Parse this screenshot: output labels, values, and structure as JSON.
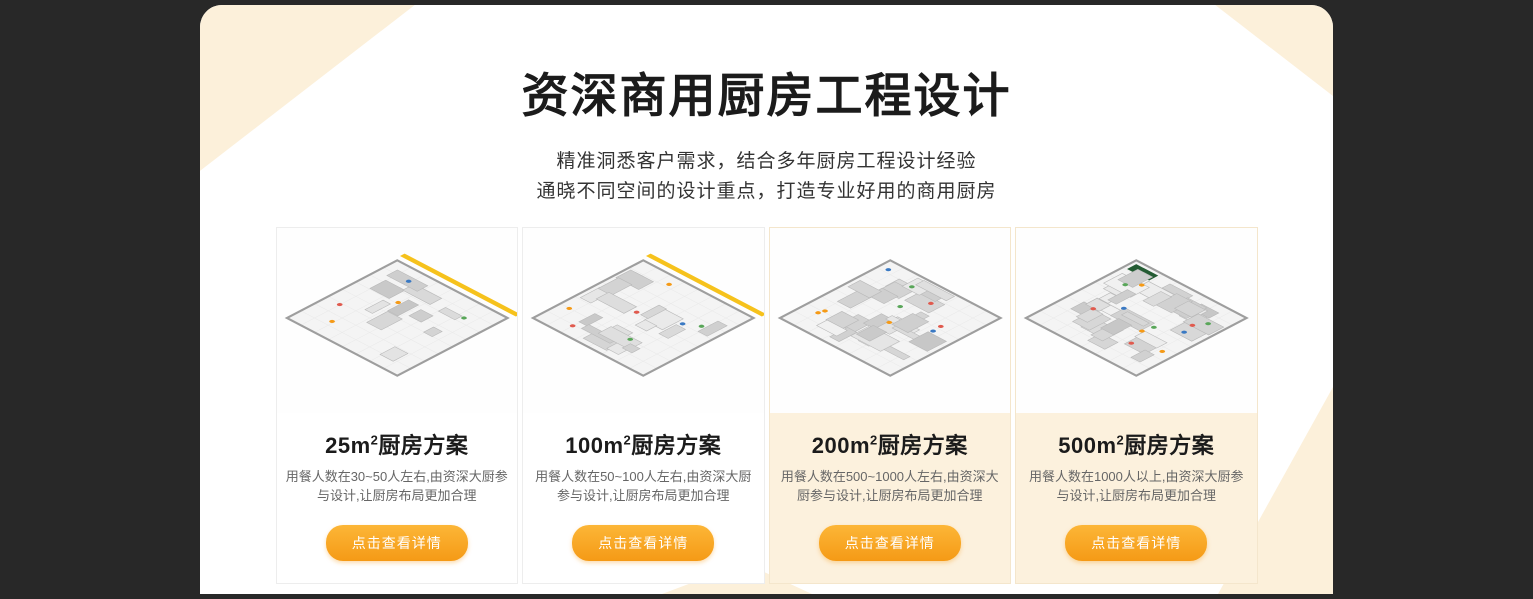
{
  "header": {
    "title": "资深商用厨房工程设计",
    "subtitle_line1": "精准洞悉客户需求，结合多年厨房工程设计经验",
    "subtitle_line2": "通晓不同空间的设计重点，打造专业好用的商用厨房"
  },
  "cards": [
    {
      "title_prefix": "25m",
      "title_sup": "2",
      "title_suffix": "厨房方案",
      "description": "用餐人数在30~50人左右,由资深大厨参与设计,让厨房布局更加合理",
      "button_label": "点击查看详情"
    },
    {
      "title_prefix": "100m",
      "title_sup": "2",
      "title_suffix": "厨房方案",
      "description": "用餐人数在50~100人左右,由资深大厨参与设计,让厨房布局更加合理",
      "button_label": "点击查看详情"
    },
    {
      "title_prefix": "200m",
      "title_sup": "2",
      "title_suffix": "厨房方案",
      "description": "用餐人数在500~1000人左右,由资深大厨参与设计,让厨房布局更加合理",
      "button_label": "点击查看详情"
    },
    {
      "title_prefix": "500m",
      "title_sup": "2",
      "title_suffix": "厨房方案",
      "description": "用餐人数在1000人以上,由资深大厨参与设计,让厨房布局更加合理",
      "button_label": "点击查看详情"
    }
  ],
  "colors": {
    "accent": "#f59a16",
    "chevron": "#fcf0da",
    "page_bg": "#282828",
    "panel_bg": "#ffffff"
  }
}
